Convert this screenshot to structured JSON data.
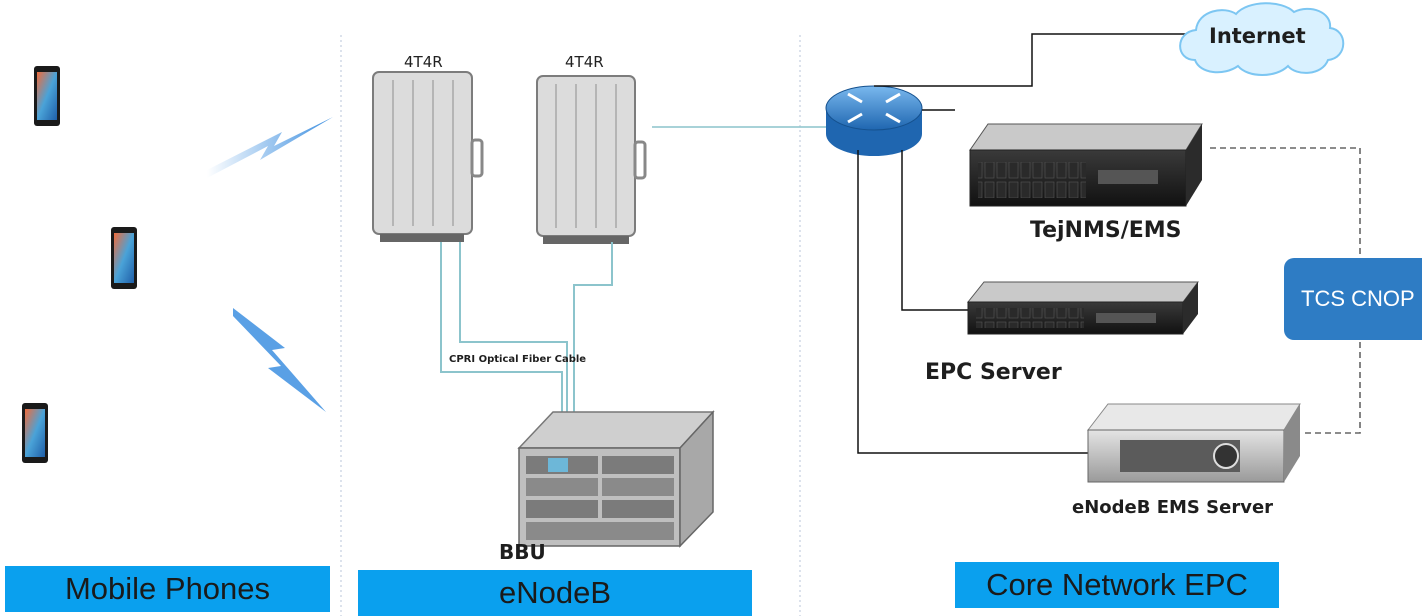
{
  "sections": {
    "mobile": "Mobile Phones",
    "enodeb": "eNodeB",
    "core": "Core Network EPC"
  },
  "radio_units": [
    {
      "label": "4T4R"
    },
    {
      "label": "4T4R"
    }
  ],
  "cable_label": "CPRI Optical Fiber Cable",
  "bbu_label": "BBU",
  "internet_label": "Internet",
  "servers": {
    "nms": "TejNMS/EMS",
    "epc": "EPC Server",
    "enodeb_ems": "eNodeB EMS Server"
  },
  "tcs_label": "TCS CNOP",
  "colors": {
    "section_bar": "#0aa0ee",
    "fiber": "#8cc4cc",
    "tcs_box": "#2e7cc4",
    "cloud": "#d9f1ff",
    "router": "#3f8fd6",
    "lightning": "#3d8fe0"
  }
}
